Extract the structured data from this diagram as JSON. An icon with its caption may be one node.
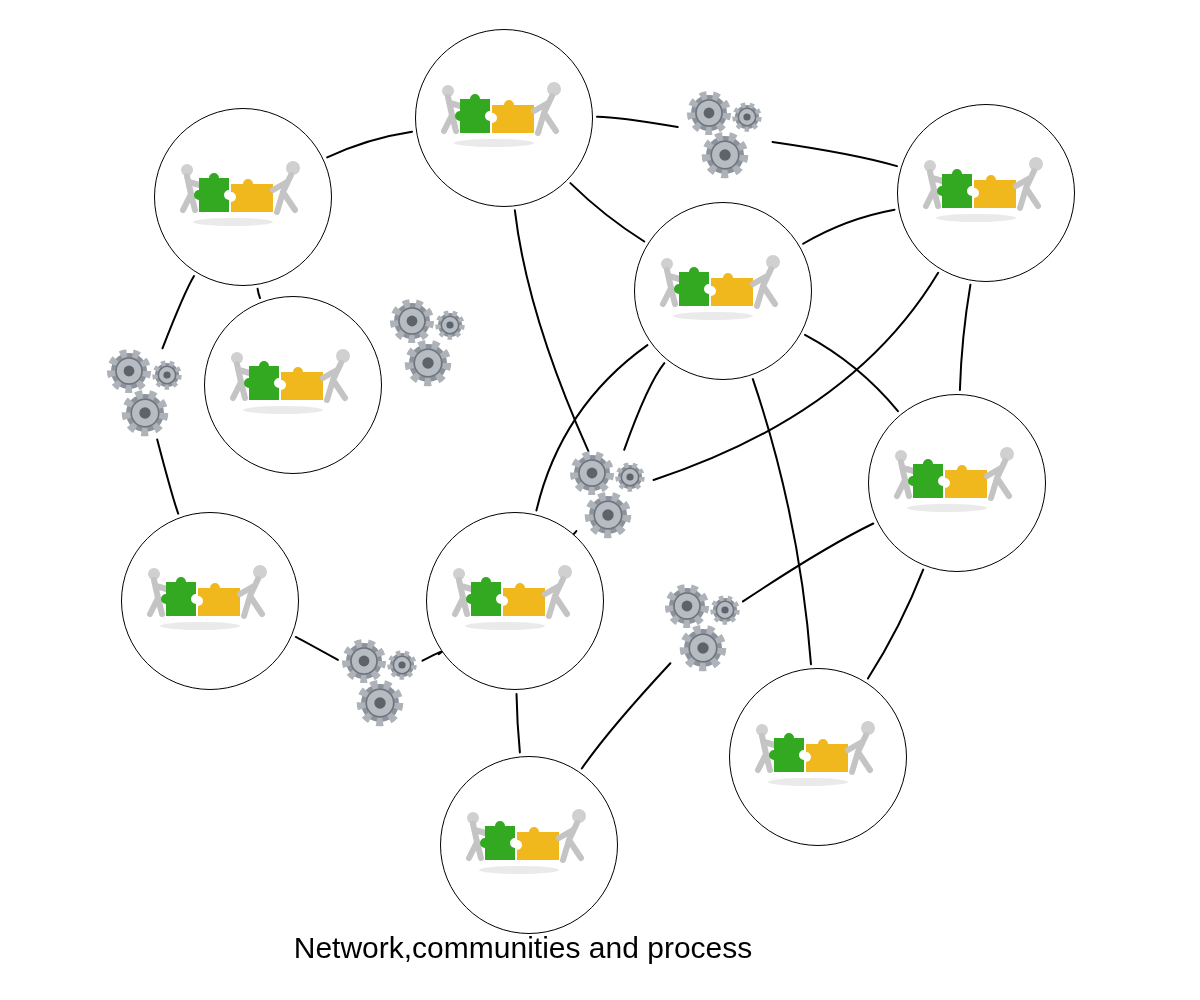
{
  "diagram": {
    "caption": "Network,communities and process",
    "nodes": [
      {
        "text": [],
        "shape": "circle"
      },
      {
        "text": [],
        "shape": "picture"
      },
      {
        "text": [],
        "shape": "circle"
      },
      {
        "text": [],
        "shape": "circle"
      },
      {
        "text": [],
        "shape": "circle"
      },
      {
        "text": [],
        "shape": "picture"
      },
      {
        "text": [],
        "shape": "circle"
      },
      {
        "text": [],
        "shape": "picture"
      },
      {
        "text": [],
        "shape": "circle"
      },
      {
        "text": [],
        "shape": "picture"
      },
      {
        "text": [],
        "shape": "circle"
      },
      {
        "text": [],
        "shape": "circle"
      },
      {
        "text": [],
        "shape": "picture"
      },
      {
        "text": [],
        "shape": "picture"
      },
      {
        "text": [],
        "shape": "circle"
      },
      {
        "text": [],
        "shape": "circle"
      }
    ],
    "edges": [
      {
        "from": 3,
        "to": 0,
        "arrow": "none"
      },
      {
        "from": 0,
        "to": 1,
        "arrow": "none"
      },
      {
        "from": 1,
        "to": 2,
        "arrow": "none"
      },
      {
        "from": 0,
        "to": 4,
        "arrow": "none"
      },
      {
        "from": 0,
        "to": 9,
        "arrow": "none"
      },
      {
        "from": 4,
        "to": 9,
        "arrow": "none"
      },
      {
        "from": 4,
        "to": 11,
        "arrow": "none"
      },
      {
        "from": 4,
        "to": 2,
        "arrow": "none"
      },
      {
        "from": 2,
        "to": 9,
        "arrow": "none"
      },
      {
        "from": 2,
        "to": 8,
        "arrow": "none"
      },
      {
        "from": 4,
        "to": 8,
        "arrow": "none"
      },
      {
        "from": 4,
        "to": 14,
        "arrow": "none"
      },
      {
        "from": 8,
        "to": 12,
        "arrow": "none"
      },
      {
        "from": 8,
        "to": 14,
        "arrow": "none"
      },
      {
        "from": 3,
        "to": 6,
        "arrow": "none"
      },
      {
        "from": 3,
        "to": 7,
        "arrow": "none"
      },
      {
        "from": 7,
        "to": 10,
        "arrow": "none"
      },
      {
        "from": 10,
        "to": 13,
        "arrow": "none"
      },
      {
        "from": 13,
        "to": 11,
        "arrow": "none"
      },
      {
        "from": 9,
        "to": 11,
        "arrow": "none"
      },
      {
        "from": 11,
        "to": 15,
        "arrow": "none"
      },
      {
        "from": 12,
        "to": 15,
        "arrow": "none"
      }
    ]
  }
}
